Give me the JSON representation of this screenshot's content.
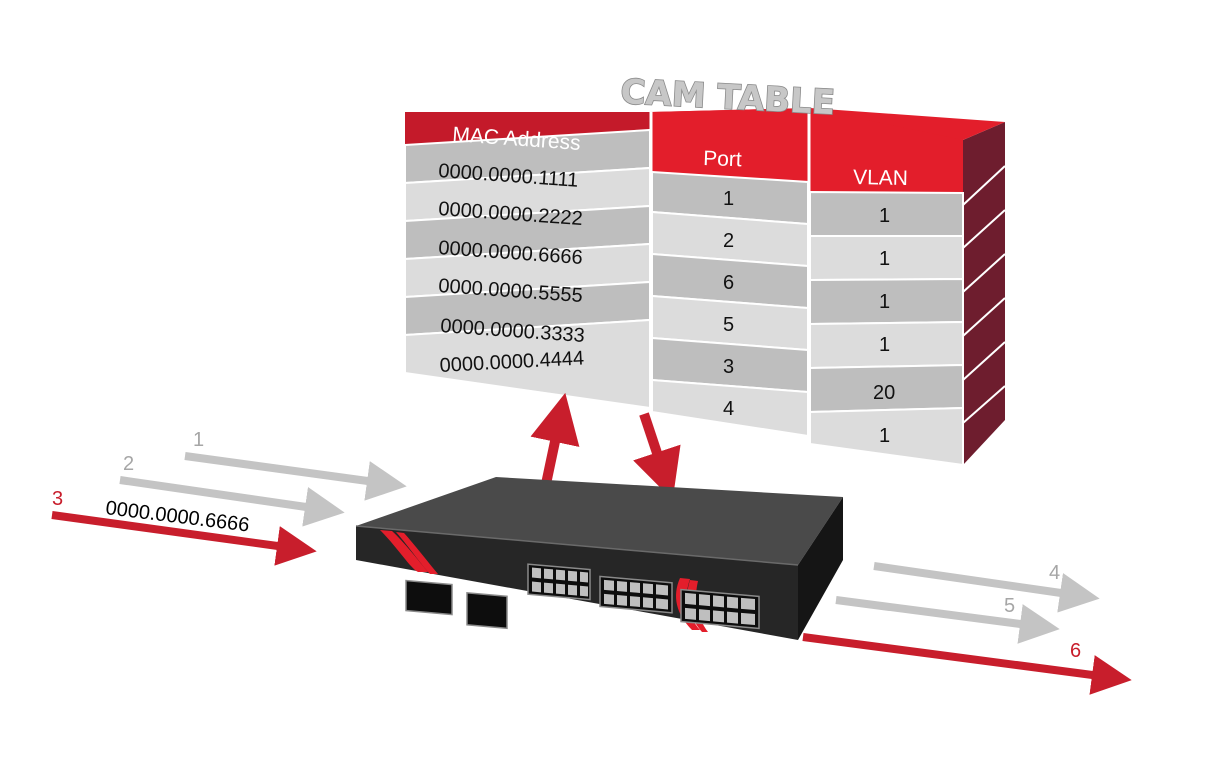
{
  "cam_table": {
    "title": "CAM TABLE",
    "headers": {
      "mac": "MAC Address",
      "port": "Port",
      "vlan": "VLAN"
    },
    "mac_addresses": [
      "0000.0000.1111",
      "0000.0000.2222",
      "0000.0000.6666",
      "0000.0000.5555",
      "0000.0000.3333",
      "0000.0000.4444"
    ],
    "ports": [
      "1",
      "2",
      "6",
      "5",
      "3",
      "4"
    ],
    "vlans": [
      "1",
      "1",
      "1",
      "1",
      "20",
      "1"
    ]
  },
  "ingress": {
    "labels": [
      "1",
      "2",
      "3"
    ],
    "frame_mac": "0000.0000.6666"
  },
  "egress": {
    "labels": [
      "4",
      "5",
      "6"
    ]
  },
  "colors": {
    "red": "#e31e2b",
    "dark_red": "#6e1d2e",
    "gray_arrow": "#c4c4c4",
    "switch_body": "#3a3a3a"
  }
}
